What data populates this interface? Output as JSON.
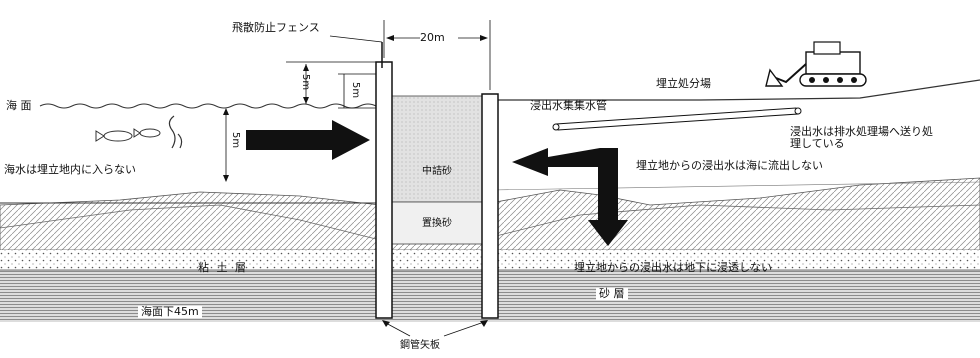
{
  "labels": {
    "fence": "飛散防止フェンス",
    "width": "20m",
    "height_5m_left": "5m",
    "height_5m_right": "5m",
    "sea_level": "海 面",
    "depth_5m": "5m",
    "seawater_note": "海水は埋立地内に入らない",
    "mid_layer": "中詰砂",
    "lower_layer": "置換砂",
    "landfill_site": "埋立処分場",
    "leachate_pipe": "浸出水集集水管",
    "leachate_treatment": "浸出水は排水処理場へ送り処理している",
    "no_outflow_sea": "埋立地からの浸出水は海に流出しない",
    "clay_layer": "粘 土 層",
    "no_seepage_ground": "埋立地からの浸出水は地下に浸透しない",
    "sand_layer": "砂 層",
    "depth_45m": "海面下45m",
    "steel_sheet_pile": "鋼管矢板"
  }
}
